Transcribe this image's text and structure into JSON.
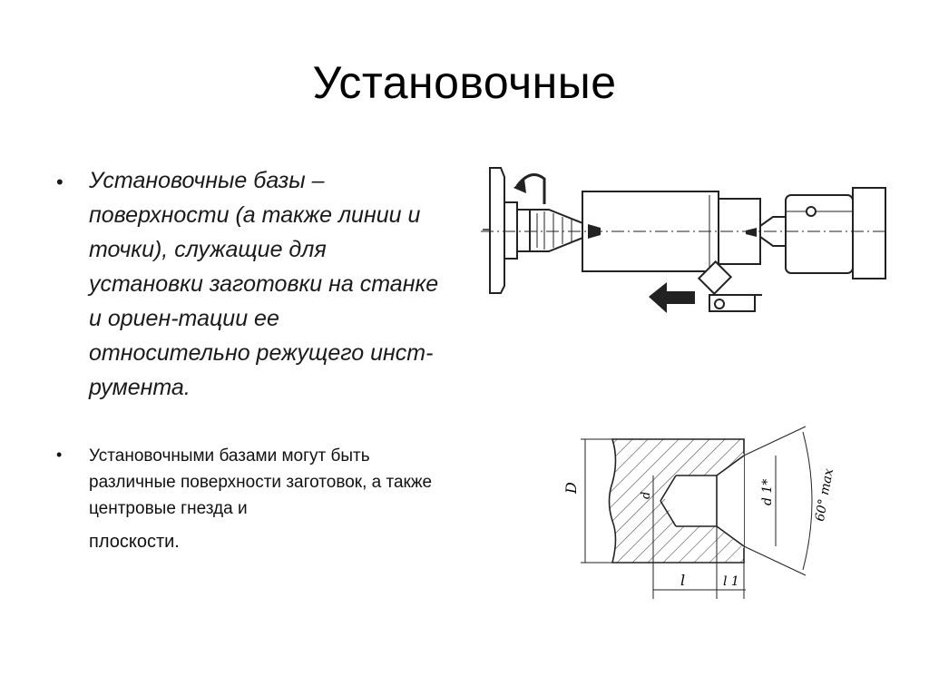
{
  "slide": {
    "title": "Установочные"
  },
  "bullets": [
    {
      "text": "Установочные базы – поверхности (а также линии и точки), служащие для установки заготовки на станке и ориен-тации ее относительно режущего инст-румента."
    },
    {
      "text": "Установочными базами могут быть различные поверхности заготовок, а также центровые гнезда и",
      "last_line": "плоскости."
    }
  ],
  "bullet_symbol": "•",
  "drawing_labels": {
    "diameter_D": "D",
    "diameter_d": "d",
    "diameter_d1": "d 1*",
    "angle": "60° max",
    "length_l": "l",
    "length_l1": "l 1"
  },
  "colors": {
    "background": "#ffffff",
    "text": "#000000",
    "drawing": "#222222"
  }
}
